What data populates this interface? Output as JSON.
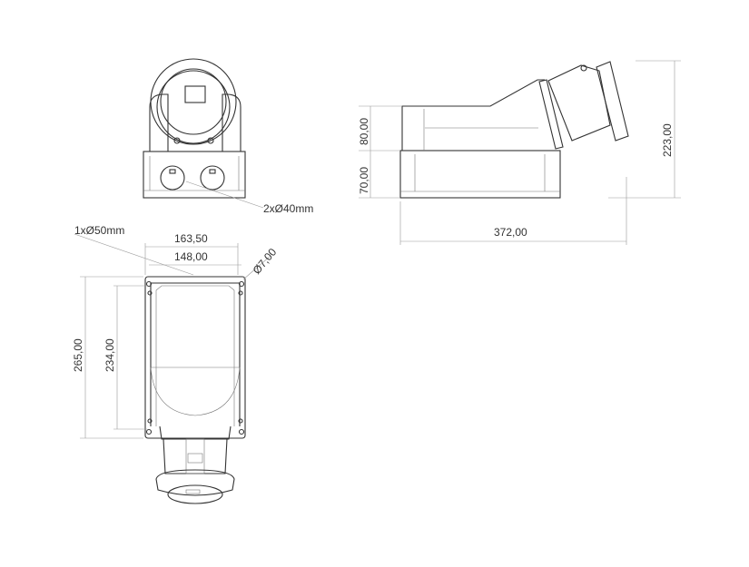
{
  "drawing": {
    "front_view": {
      "knockout_label": "2xØ40mm"
    },
    "side_view": {
      "height_upper": "80,00",
      "height_lower": "70,00",
      "total_height": "223,00",
      "total_length": "372,00"
    },
    "bottom_view": {
      "entry_label": "1xØ50mm",
      "outer_width": "163,50",
      "hole_spacing_width": "148,00",
      "hole_diameter": "Ø7,00",
      "outer_height": "265,00",
      "hole_spacing_height": "234,00"
    }
  }
}
